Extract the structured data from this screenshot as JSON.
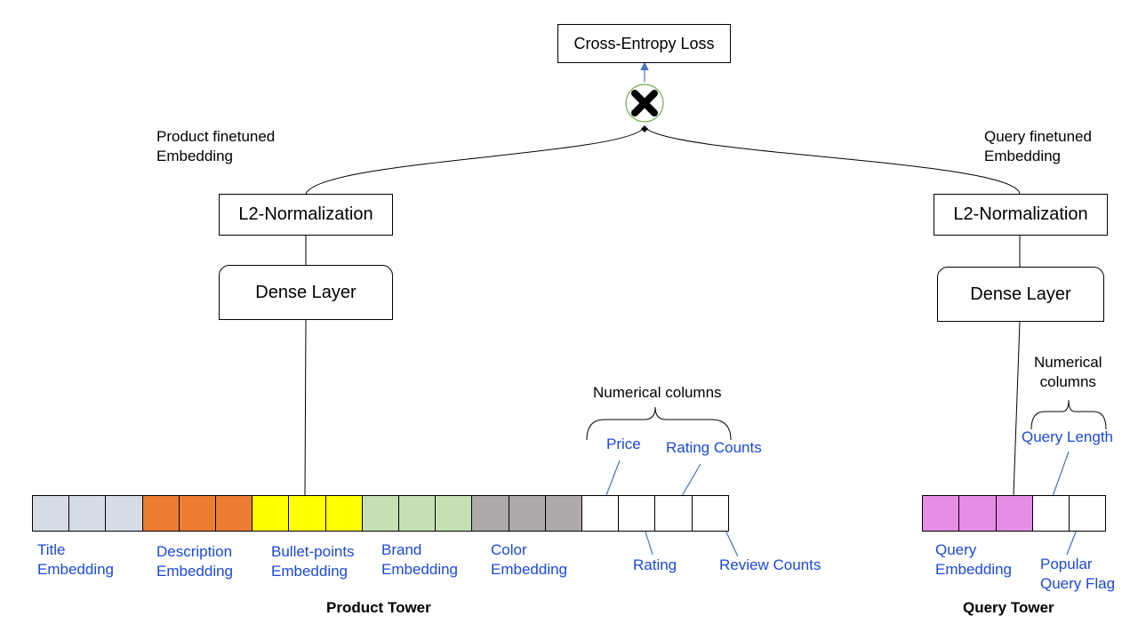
{
  "loss_label": "Cross-Entropy Loss",
  "product": {
    "embedding_label_1": "Product finetuned",
    "embedding_label_2": "Embedding",
    "norm_label": "L2-Normalization",
    "dense_label": "Dense Layer",
    "tower_label": "Product Tower",
    "numerical_label": "Numerical columns",
    "segments": [
      {
        "label_1": "Title",
        "label_2": "Embedding",
        "color": "#d5dce6"
      },
      {
        "label_1": "Description",
        "label_2": "Embedding",
        "color": "#ed7d31"
      },
      {
        "label_1": "Bullet-points",
        "label_2": "Embedding",
        "color": "#ffff00"
      },
      {
        "label_1": "Brand",
        "label_2": "Embedding",
        "color": "#c5e0b4"
      },
      {
        "label_1": "Color",
        "label_2": "Embedding",
        "color": "#aeaaaa"
      }
    ],
    "numeric": {
      "price": "Price",
      "rating_counts": "Rating Counts",
      "rating": "Rating",
      "review_counts": "Review Counts"
    }
  },
  "query": {
    "embedding_label_1": "Query finetuned",
    "embedding_label_2": "Embedding",
    "norm_label": "L2-Normalization",
    "dense_label": "Dense Layer",
    "tower_label": "Query Tower",
    "numerical_label_1": "Numerical",
    "numerical_label_2": "columns",
    "segment": {
      "label_1": "Query",
      "label_2": "Embedding",
      "color": "#e68ee6"
    },
    "numeric": {
      "query_length": "Query Length",
      "popular_1": "Popular",
      "popular_2": "Query Flag"
    }
  },
  "colors": {
    "text_blue": "#1a47e6",
    "arrow_blue": "#4472c4",
    "circle_green": "#70ad47"
  }
}
